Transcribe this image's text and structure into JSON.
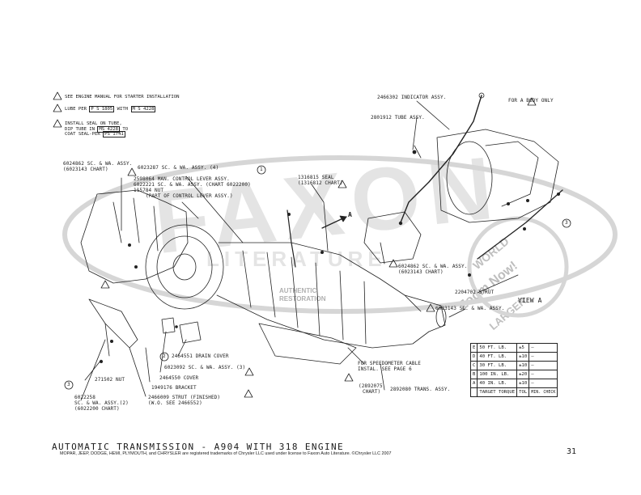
{
  "notes": [
    {
      "num": "1",
      "text": "SEE ENGINE MANUAL FOR STARTER INSTALLATION"
    },
    {
      "num": "2",
      "text": "LUBE PER",
      "spec1": "P S 1805",
      "mid": "WITH",
      "spec2": "M S 4228"
    },
    {
      "num": "3",
      "line1": "INSTALL SEAL ON TUBE,",
      "line2": "DIP TUBE IN",
      "spec1": "MS 4228",
      "line2b": "TO",
      "line3": "COAT SEAL-PER",
      "spec2": "PS 1741"
    }
  ],
  "for_a_body": "FOR A BODY ONLY",
  "view_a": "VIEW A",
  "callouts": {
    "indicator": "2466302 INDICATOR ASSY.",
    "tube": "2801912 TUBE ASSY.",
    "sc_wa_6024862_left": "6024862 SC. & WA. ASSY.",
    "sc_wa_6024862_left_chart": "(6023143 CHART)",
    "sc_wa_6023287": "6023287 SC. & WA. ASSY. (4)",
    "man_control_lever": "2598064 MAN. CONTROL LEVER ASSY.",
    "sc_wa_6022221": "6022221 SC. & WA. ASSY. (CHART 6022200)",
    "nut_115784": "115784 NUT",
    "part_of_lever": "(PART OF CONTROL LEVER ASSY.)",
    "seal": "1316815 SEAL",
    "seal_chart": "(1316812 CHART)",
    "sc_wa_6024862_right": "6024862 SC. & WA. ASSY.",
    "sc_wa_6024862_right_chart": "(6023143 CHART)",
    "strut_2204702": "2204702 STRUT",
    "sc_wa_6023143": "6023143 SC. & WA. ASSY.",
    "speedo_line1": "FOR SPEEDOMETER CABLE",
    "speedo_line2": "INSTAL. SEE PAGE 6",
    "drain_cover": "2464551 DRAIN COVER",
    "sc_wa_6023092": "6023092 SC. & WA. ASSY. (3)",
    "cover": "2464550 COVER",
    "bracket": "1949176 BRACKET",
    "strut_finished": "2466009 STRUT (FINISHED)",
    "strut_finished_sub": "(W.O. SEE 2466552)",
    "nut_271502": "271502 NUT",
    "sc_6022258": "6022258",
    "sc_6022258_b": "SC. & WA. ASSY.(2)",
    "sc_6022258_chart": "(6022200 CHART)",
    "trans_chart": "(2892075",
    "trans_chart_b": "CHART)",
    "trans_assy": "2892080 TRANS. ASSY."
  },
  "circle_marks": {
    "one": "1",
    "two": "2",
    "three": "3",
    "view_letter": "A"
  },
  "torque_table": {
    "rows": [
      {
        "letter": "E",
        "value": "50 FT. LB.",
        "tol": "±5"
      },
      {
        "letter": "D",
        "value": "40 FT. LB.",
        "tol": "±10"
      },
      {
        "letter": "C",
        "value": "30 FT. LB.",
        "tol": "±10"
      },
      {
        "letter": "B",
        "value": "100 IN. LB.",
        "tol": "±20"
      },
      {
        "letter": "A",
        "value": "40 IN. LB.",
        "tol": "±10"
      }
    ],
    "footer": {
      "target": "TARGET TORQUE",
      "tol": "TOL",
      "check": "MIN. CHECK"
    }
  },
  "title": "AUTOMATIC TRANSMISSION - A904 WITH 318 ENGINE",
  "legal": "MOPAR, JEEP, DODGE, HEMI, PLYMOUTH, and CHRYSLER are registered trademarks of Chrysler LLC used under license to Faxon Auto Literature. ©Chrysler LLC 2007",
  "page_number": "31",
  "watermark": {
    "brand": "FAXON",
    "sub": "LITERATURE",
    "badge1": "AUTHENTIC",
    "badge2": "RESTORATION",
    "zoom1": "WORLD",
    "zoom2": "Zoom Now!",
    "zoom3": "LARGER"
  }
}
